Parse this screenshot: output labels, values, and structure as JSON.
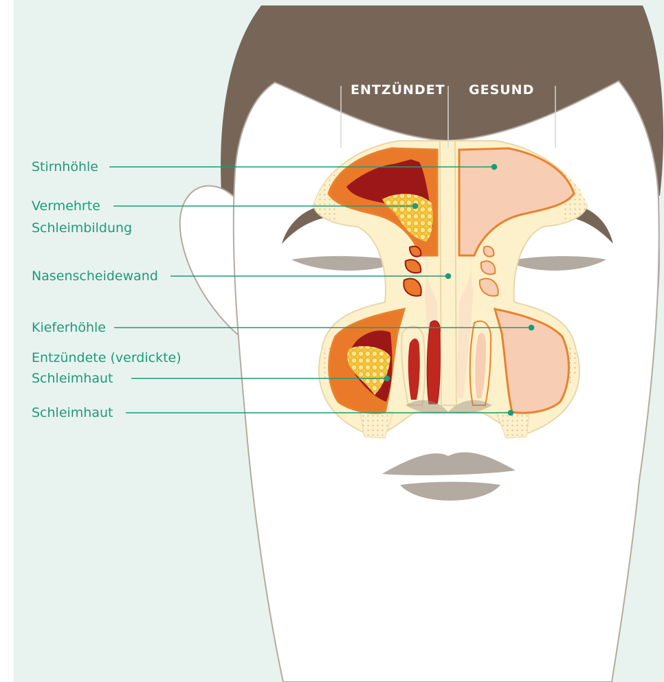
{
  "header": {
    "left": "ENTZÜNDET",
    "right": "GESUND"
  },
  "labels": {
    "stirnhoehle": "Stirnhöhle",
    "vermehrte_1": "Vermehrte",
    "vermehrte_2": "Schleimbildung",
    "nasenscheidewand": "Nasenscheidewand",
    "kieferhoehle": "Kieferhöhle",
    "entzuendete_1": "Entzündete (verdickte)",
    "entzuendete_2": "Schleimhaut",
    "schleimhaut": "Schleimhaut"
  },
  "colors": {
    "background": "#e8f3ef",
    "hair": "#776658",
    "skin": "#ffffff",
    "outline": "#b3aaa2",
    "bone": "#fdf1cb",
    "healthy_sinus": "#f7cdb3",
    "inflamed_sinus": "#ea7a2a",
    "sinus_border": "#e8822e",
    "mucus": "#f4c53a",
    "inflamed_dark": "#9c1818",
    "leader_line": "#1f9a78"
  }
}
